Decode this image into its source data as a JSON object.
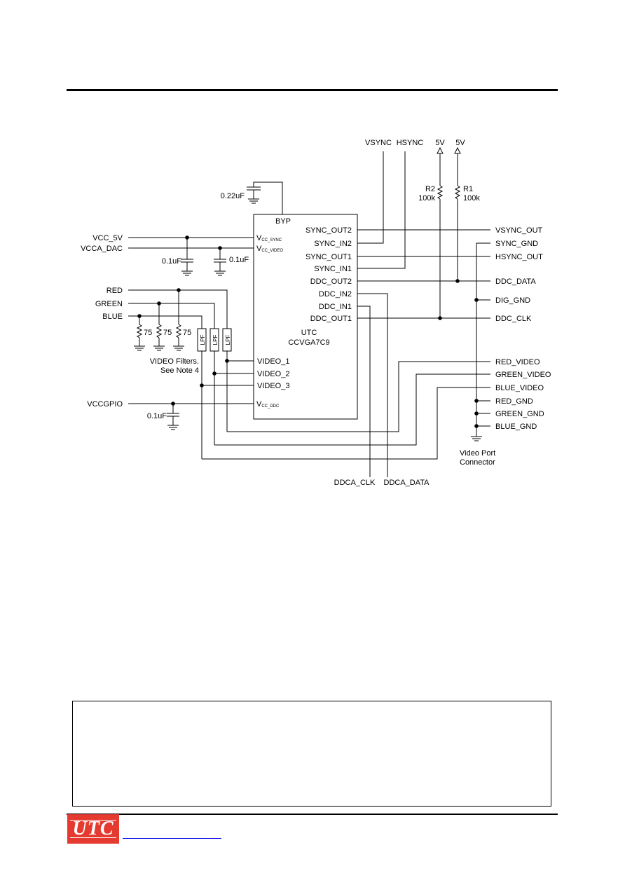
{
  "header": {
    "title": ""
  },
  "diagram": {
    "top_signals": {
      "vsync": "VSYNC",
      "hsync": "HSYNC",
      "v5_a": "5V",
      "v5_b": "5V"
    },
    "resistors": {
      "r2_name": "R2",
      "r2_value": "100k",
      "r1_name": "R1",
      "r1_value": "100k",
      "term_a": "75",
      "term_b": "75",
      "term_c": "75"
    },
    "capacitors": {
      "bypass": "0.22uF",
      "c1": "0.1uF",
      "c2": "0.1uF",
      "c3": "0.1uF"
    },
    "left_inputs": {
      "vcc_5v": "VCC_5V",
      "vcca_dac": "VCCA_DAC",
      "red": "RED",
      "green": "GREEN",
      "blue": "BLUE",
      "vccgpio": "VCCGPIO"
    },
    "filters": {
      "label_line1": "VIDEO Filters.",
      "label_line2": "See Note 4",
      "filter_text": "LPF"
    },
    "chip": {
      "top_pin": "BYP",
      "vcc_sync_main": "V",
      "vcc_sync_sub": "CC_SYNC",
      "vcc_video_main": "V",
      "vcc_video_sub": "CC_VIDEO",
      "vcc_ddc_main": "V",
      "vcc_ddc_sub": "CC_DDC",
      "maker": "UTC",
      "part": "CCVGA7C9",
      "right_pins": [
        "SYNC_OUT2",
        "SYNC_IN2",
        "SYNC_OUT1",
        "SYNC_IN1",
        "DDC_OUT2",
        "DDC_IN2",
        "DDC_IN1",
        "DDC_OUT1"
      ],
      "left_pins": [
        "VIDEO_1",
        "VIDEO_2",
        "VIDEO_3"
      ]
    },
    "right_outputs": [
      "VSYNC_OUT",
      "SYNC_GND",
      "HSYNC_OUT",
      "DDC_DATA",
      "DIG_GND",
      "DDC_CLK",
      "RED_VIDEO",
      "GREEN_VIDEO",
      "BLUE_VIDEO",
      "RED_GND",
      "GREEN_GND",
      "BLUE_GND"
    ],
    "connector": {
      "line1": "Video Port",
      "line2": "Connector"
    },
    "bottom_signals": {
      "ddca_clk": "DDCA_CLK",
      "ddca_data": "DDCA_DATA"
    }
  },
  "footer": {
    "logo_text": "UTC"
  }
}
